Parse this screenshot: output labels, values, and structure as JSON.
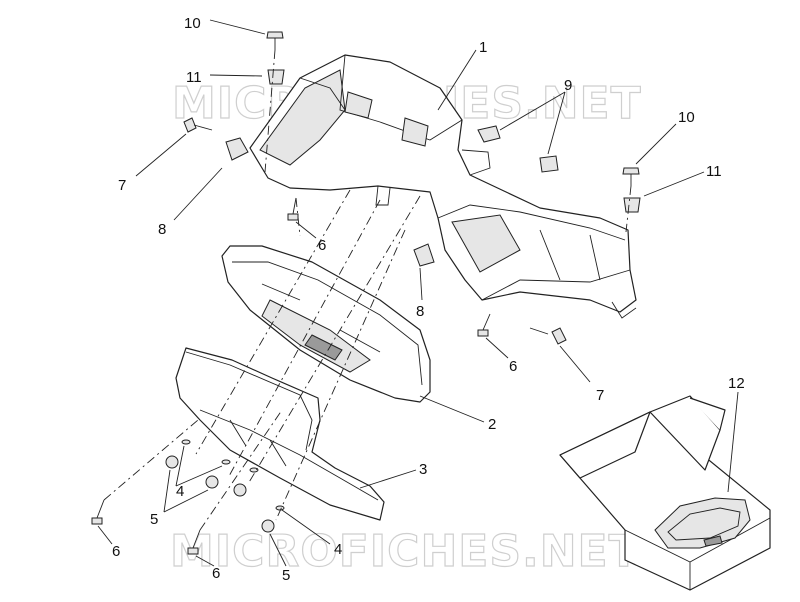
{
  "watermark": {
    "text": "MICROFICHES.NET"
  },
  "callouts": {
    "c1": "1",
    "c2": "2",
    "c3": "3",
    "c4a": "4",
    "c4b": "4",
    "c5a": "5",
    "c5b": "5",
    "c6a": "6",
    "c6b": "6",
    "c6c": "6",
    "c6d": "6",
    "c7a": "7",
    "c7b": "7",
    "c8a": "8",
    "c8b": "8",
    "c9": "9",
    "c10a": "10",
    "c10b": "10",
    "c11a": "11",
    "c11b": "11",
    "c12": "12"
  }
}
